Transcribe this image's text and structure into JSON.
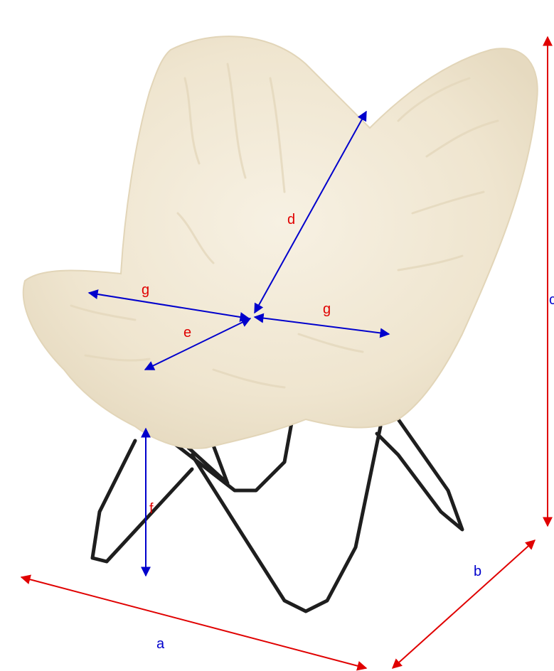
{
  "labels": {
    "a": "a",
    "b": "b",
    "c": "c",
    "d": "d",
    "e": "e",
    "f": "f",
    "g_left": "g",
    "g_right": "g"
  },
  "colors": {
    "outer_dimension": "#e00000",
    "inner_dimension": "#0000cc",
    "label_red": "#e00000",
    "label_blue": "#0000cc",
    "fur": "#f3ecdc",
    "frame": "#1a1a1a"
  }
}
